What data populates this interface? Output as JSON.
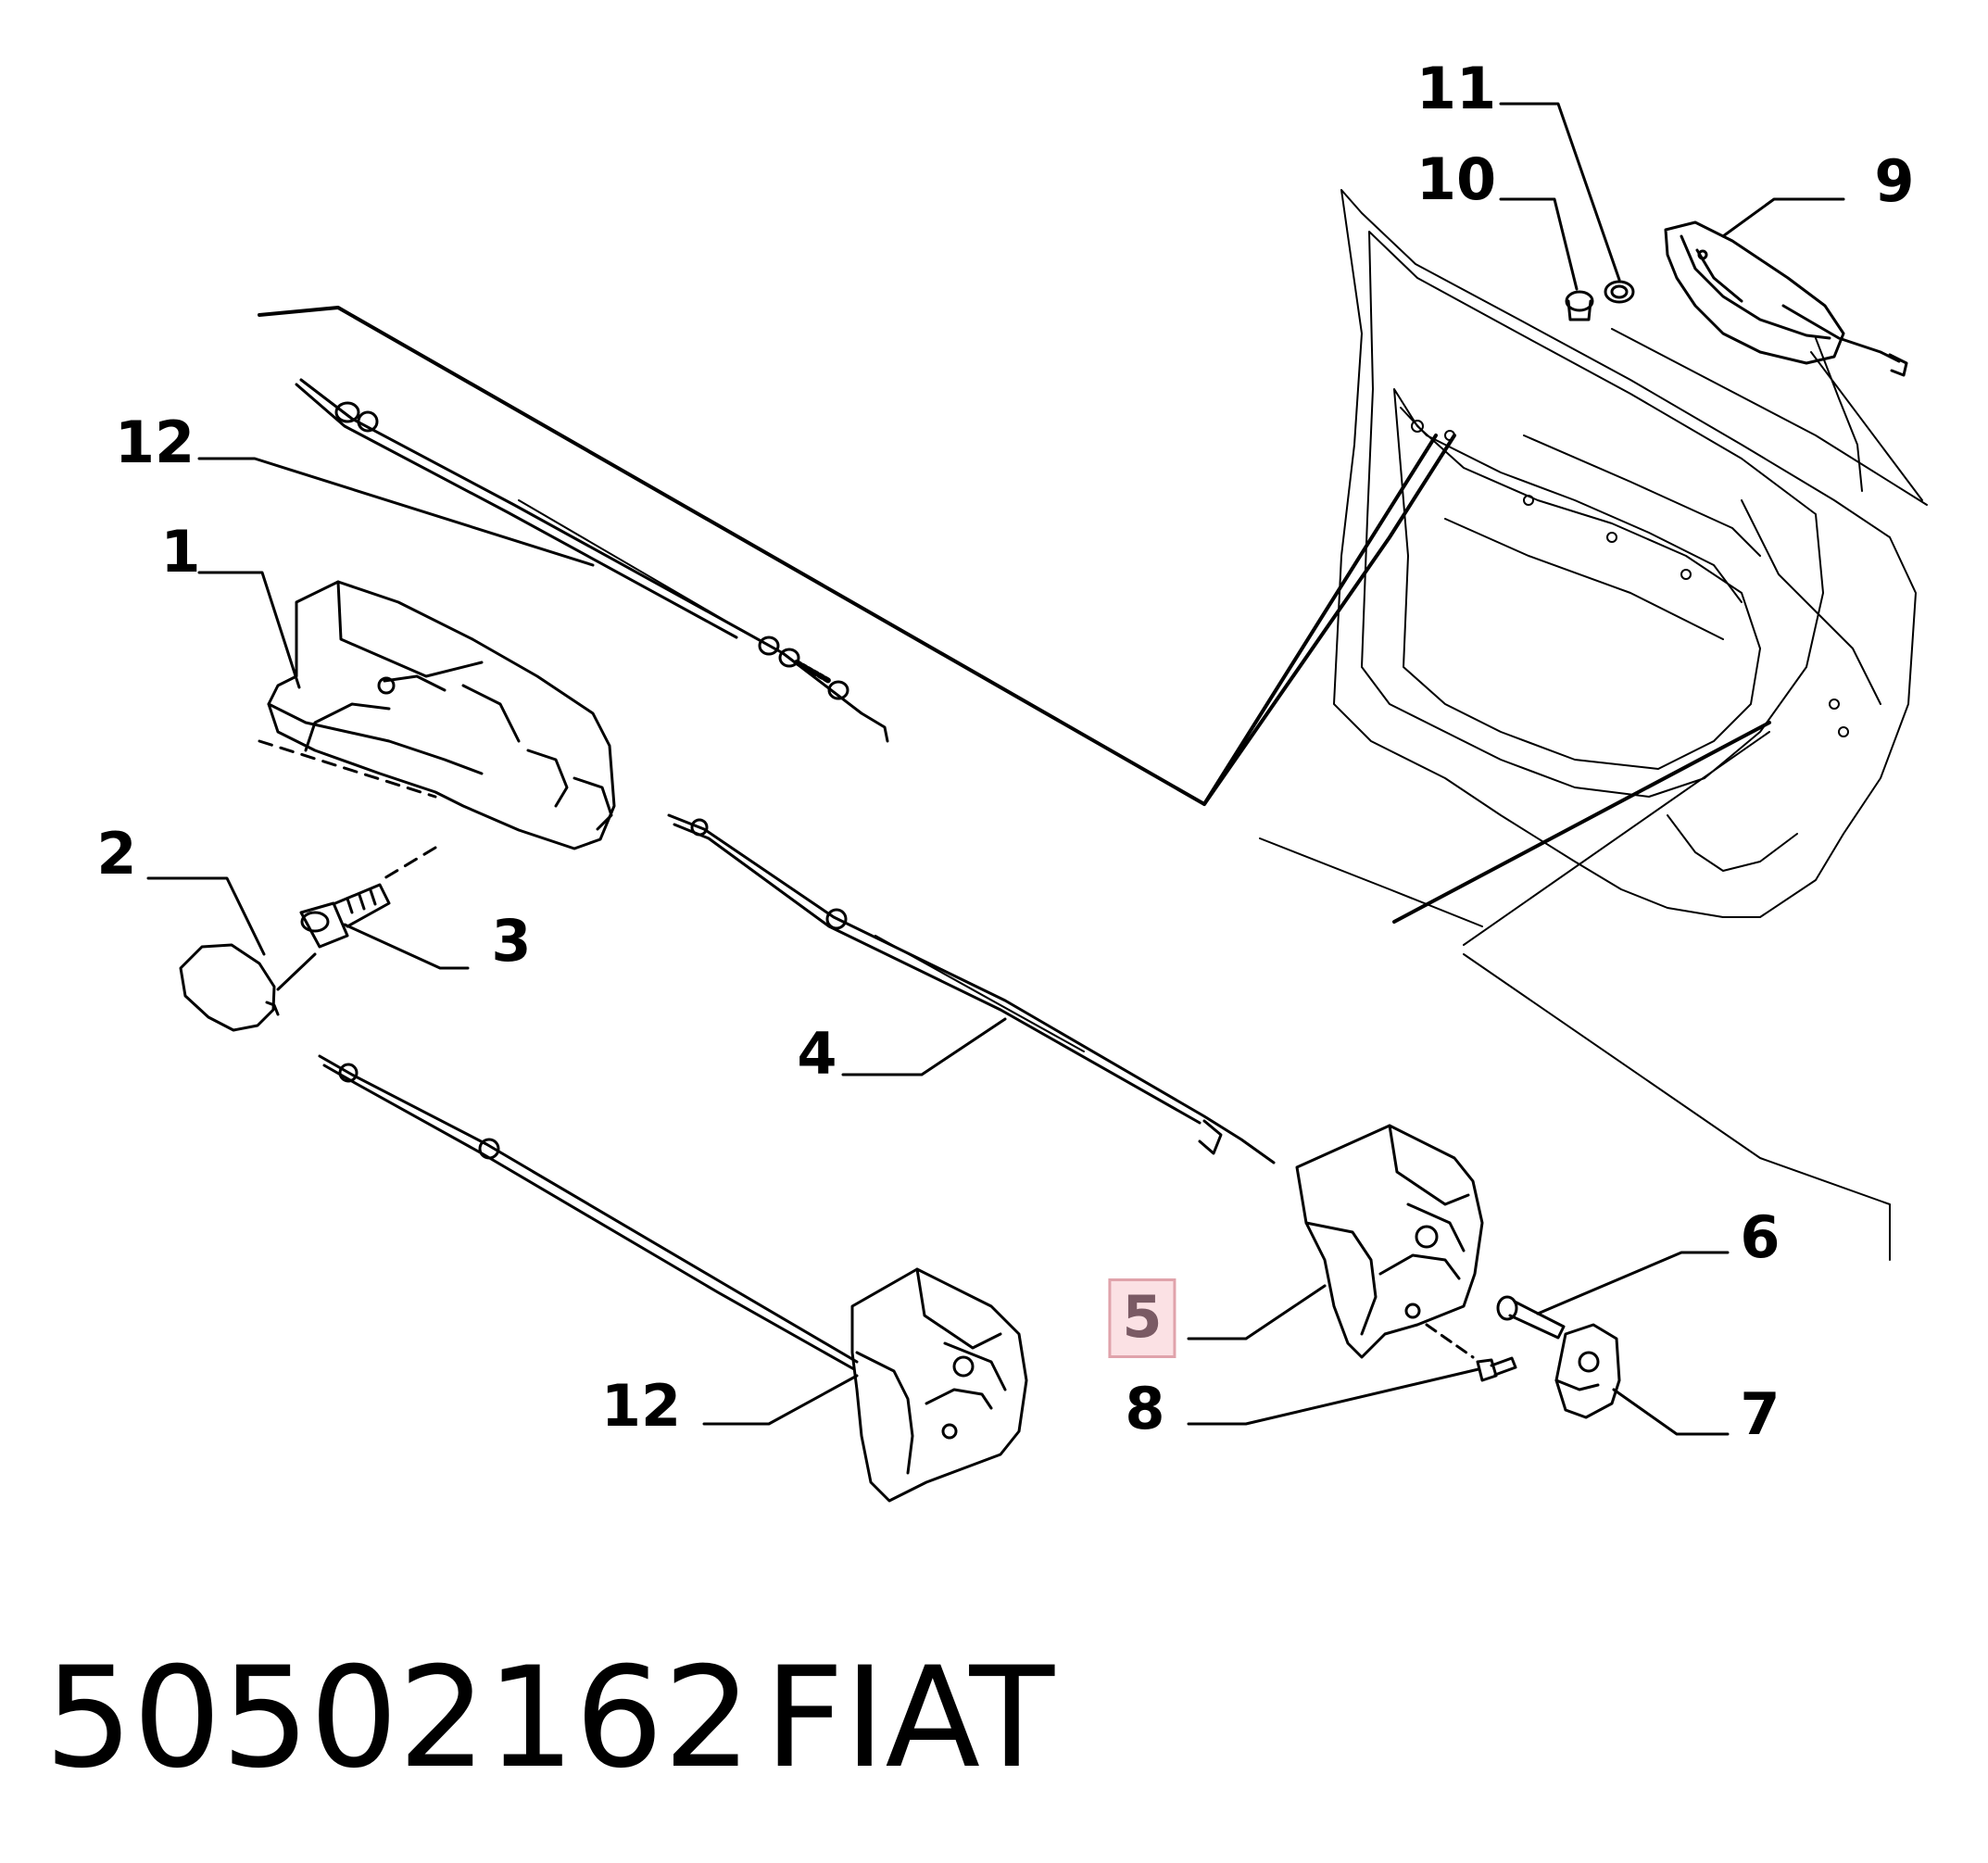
{
  "callouts": {
    "c1": "1",
    "c2": "2",
    "c3": "3",
    "c4": "4",
    "c5": "5",
    "c6": "6",
    "c7": "7",
    "c8": "8",
    "c9": "9",
    "c10": "10",
    "c11": "11",
    "c12a": "12",
    "c12b": "12"
  },
  "highlighted_callout": "5",
  "footer": {
    "part_number": "50502162",
    "brand": "FIAT"
  },
  "colors": {
    "line": "#000000",
    "highlight_fill": "#fbe1e4",
    "highlight_border": "#e0a3ab",
    "highlight_text": "#7a5a64"
  }
}
